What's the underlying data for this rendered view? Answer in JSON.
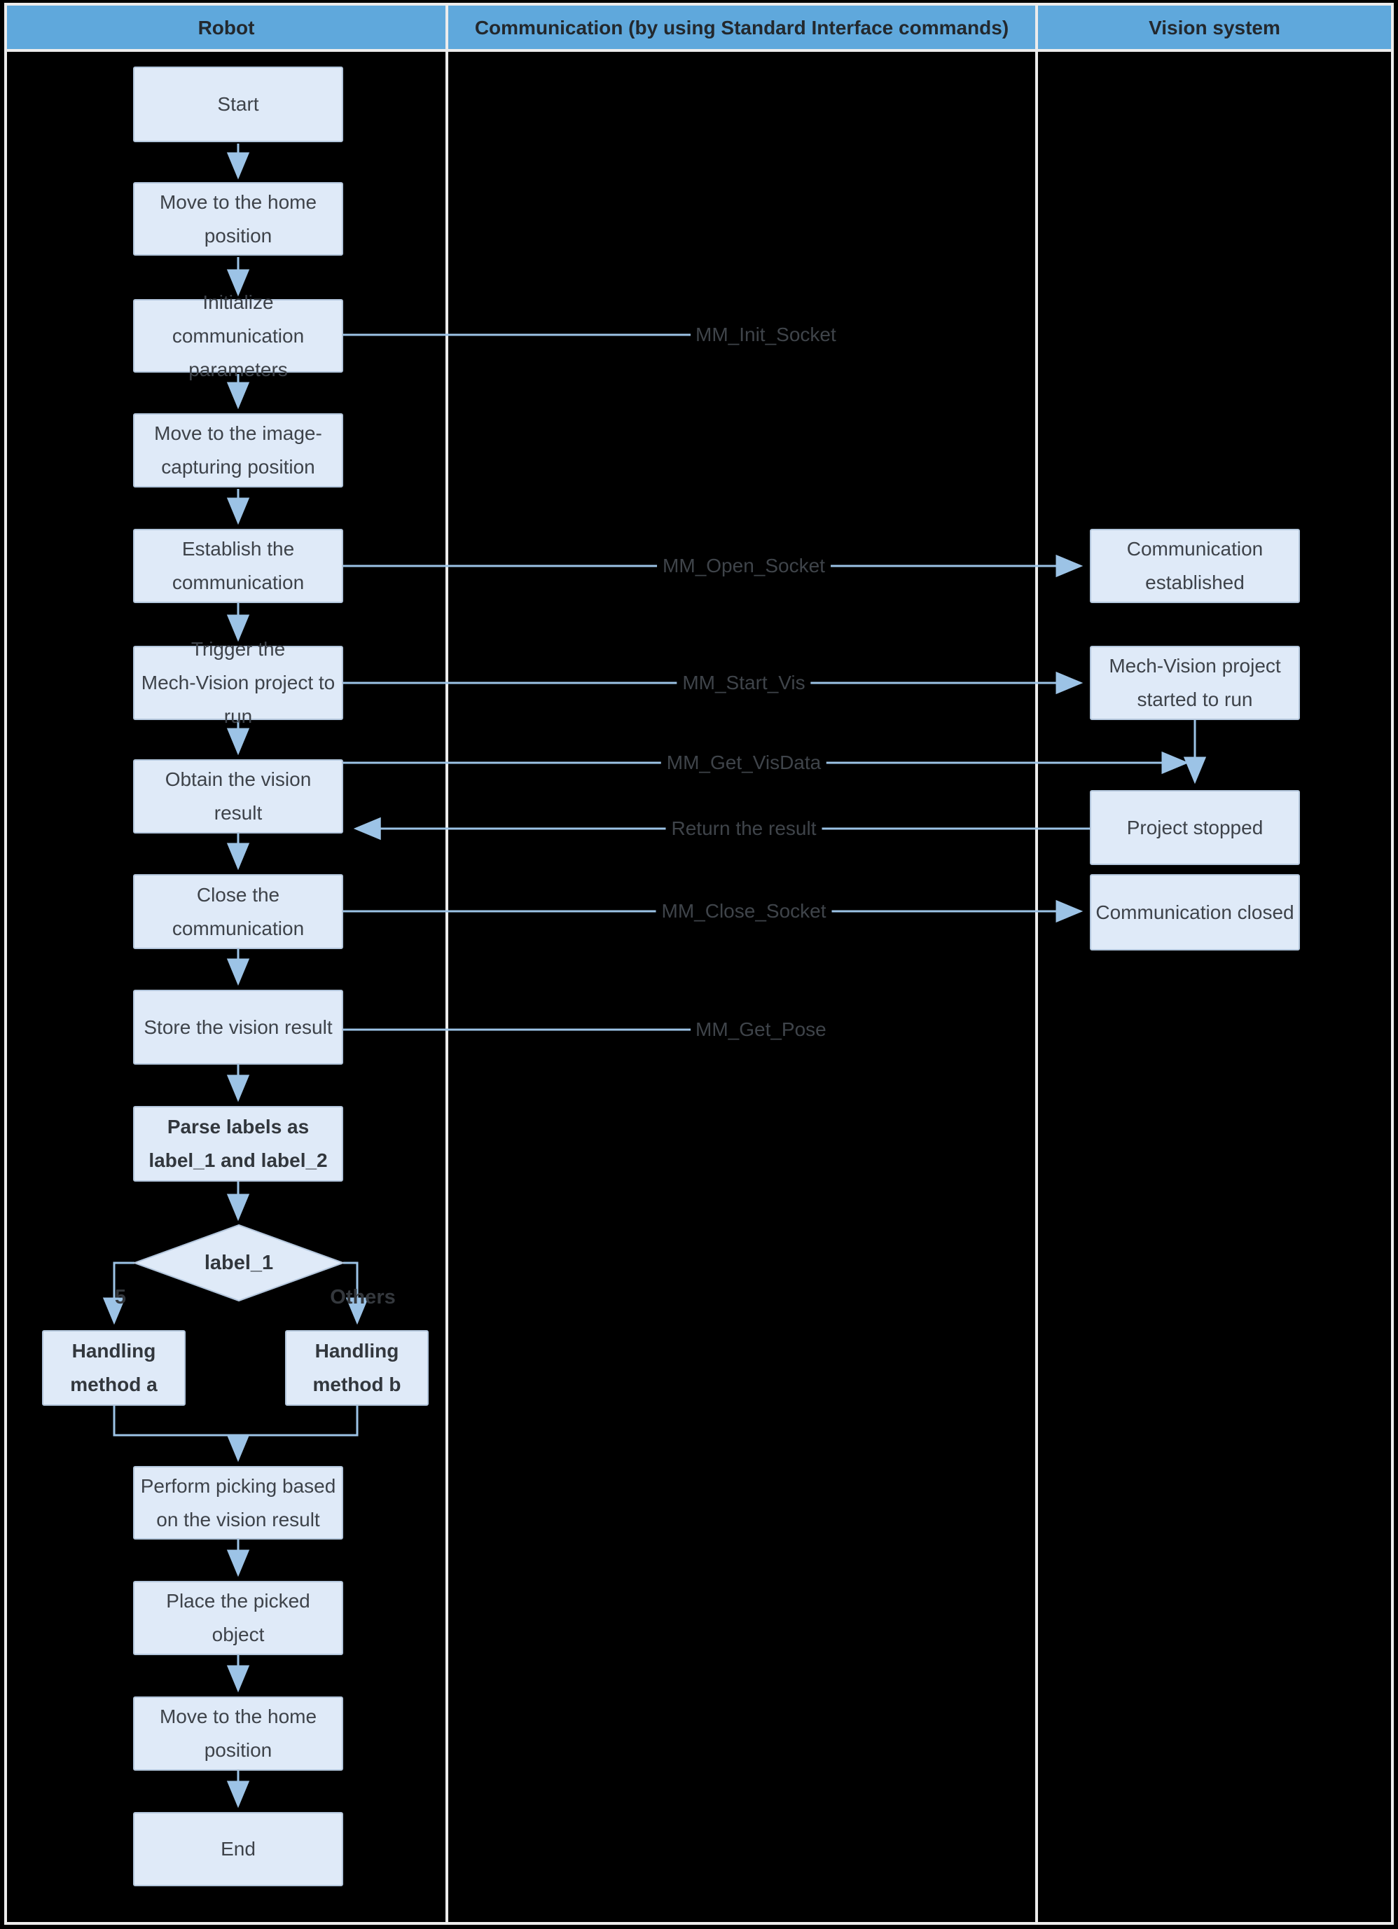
{
  "header": {
    "robot": "Robot",
    "communication": "Communication (by using Standard Interface commands)",
    "vision": "Vision system"
  },
  "robot_flow": {
    "start": "Start",
    "move_home_1": "Move to the home\nposition",
    "init_params": "Initialize\ncommunication\nparameters",
    "move_capture": "Move to the image-\ncapturing position",
    "establish": "Establish the\ncommunication",
    "trigger": "Trigger the\nMech-Vision project to\nrun",
    "obtain": "Obtain the vision\nresult",
    "close": "Close the\ncommunication",
    "store": "Store the vision result",
    "parse": "Parse labels as\nlabel_1 and label_2",
    "perform_picking": "Perform picking based\non the vision result",
    "place": "Place the picked\nobject",
    "move_home_2": "Move to the home\nposition",
    "end": "End"
  },
  "decision": {
    "condition": "label_1",
    "branch_left": "5",
    "branch_right": "Others",
    "handling_a": "Handling\nmethod a",
    "handling_b": "Handling\nmethod b"
  },
  "commands": {
    "init_socket": "MM_Init_Socket",
    "open_socket": "MM_Open_Socket",
    "start_vis": "MM_Start_Vis",
    "get_visdata": "MM_Get_VisData",
    "return_result": "Return the result",
    "close_socket": "MM_Close_Socket",
    "get_pose": "MM_Get_Pose"
  },
  "vision_flow": {
    "established": "Communication\nestablished",
    "project_started": "Mech-Vision project\nstarted to run",
    "project_stopped": "Project stopped",
    "closed": "Communication closed"
  },
  "colors": {
    "header_bg": "#5fa8dc",
    "node_bg": "#dfeaf8",
    "node_border": "#b3c6dc",
    "connector": "#9cc3e6",
    "grid": "#ececec",
    "background": "#000000"
  }
}
